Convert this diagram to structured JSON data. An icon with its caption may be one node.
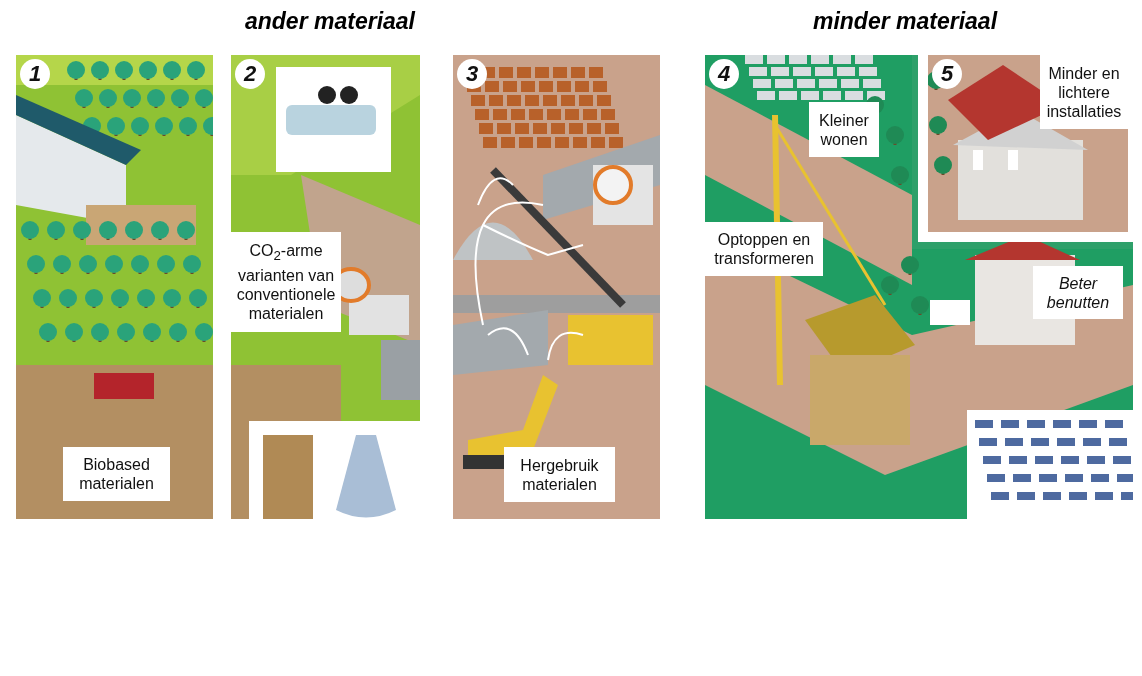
{
  "diagram": {
    "nodes": [
      {
        "text": [
          "1",
          "Biobased materialen"
        ]
      },
      {
        "text": [
          "2",
          "CO$_{2}$-arme varianten van conventionele materialen"
        ]
      },
      {
        "text": [
          "3",
          "Hergebruik materialen"
        ]
      },
      {
        "text": [
          "4",
          "Kleiner wonen",
          "Optoppen en transformeren",
          "Beter benutten"
        ]
      },
      {
        "text": [
          "5",
          "Minder en lichtere installaties"
        ],
        "in": 3
      }
    ],
    "labels": [
      "ander materiaal",
      "minder materiaal"
    ]
  }
}
